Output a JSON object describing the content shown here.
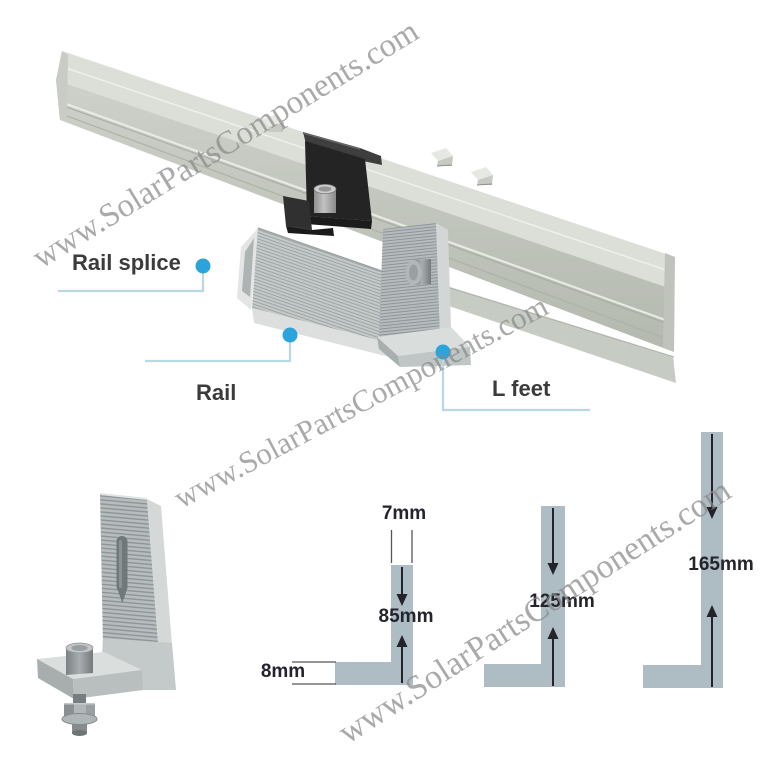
{
  "watermark": {
    "text": "www.SolarPartsComponents.com"
  },
  "callouts": {
    "rail_splice": {
      "label": "Rail splice"
    },
    "rail": {
      "label": "Rail"
    },
    "l_feet": {
      "label": "L feet"
    }
  },
  "dimensions": {
    "foot_small": {
      "top_width": "7mm",
      "height": "85mm",
      "base_thickness": "8mm"
    },
    "foot_medium": {
      "height": "125mm"
    },
    "foot_large": {
      "height": "165mm"
    }
  },
  "colors": {
    "leader_line": "#b7d8e4",
    "leader_dot": "#2ba4dc",
    "diagram_fill": "#aebcc4",
    "diagram_edge": "#9aabb5",
    "arrow": "#23232b",
    "clamp_black": "#242424"
  }
}
